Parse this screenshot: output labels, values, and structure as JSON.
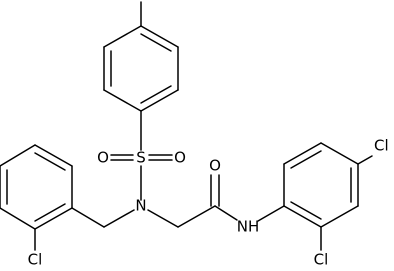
{
  "molecule": {
    "atoms": {
      "sulfur": "S",
      "sulfonyl_oxygen_left": "O",
      "sulfonyl_oxygen_right": "O",
      "sulfonamide_nitrogen": "N",
      "carbonyl_oxygen": "O",
      "amide_nh": "NH",
      "chlorine_benzyl": "Cl",
      "chlorine_para": "Cl",
      "chlorine_ortho": "Cl"
    }
  },
  "colors": {
    "bond": "#000000",
    "label": "#000000",
    "background": "#ffffff"
  }
}
